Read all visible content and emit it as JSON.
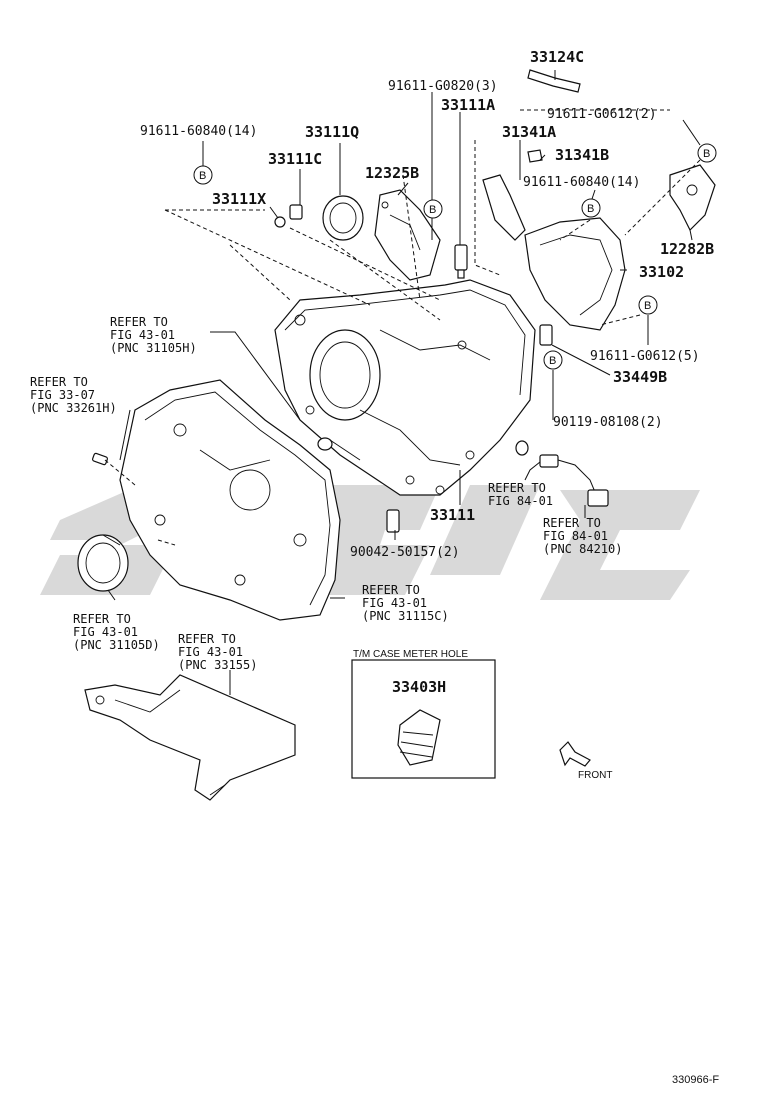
{
  "part_numbers": {
    "p33124C": "33124C",
    "p91611_G0820": "91611-G0820(3)",
    "p33111A": "33111A",
    "p91611_G0612_2": "91611-G0612(2)",
    "p91611_60840_14_left": "91611-60840(14)",
    "p33111Q": "33111Q",
    "p31341A": "31341A",
    "p31341B": "31341B",
    "p33111C": "33111C",
    "p12325B": "12325B",
    "p91611_60840_14_right": "91611-60840(14)",
    "p33111X": "33111X",
    "p12282B": "12282B",
    "p33102": "33102",
    "p91611_G0612_5": "91611-G0612(5)",
    "p33449B": "33449B",
    "p90119_08108": "90119-08108(2)",
    "p33111": "33111",
    "p90042_50157": "90042-50157(2)",
    "p33403H": "33403H"
  },
  "references": {
    "r1": [
      "REFER TO",
      "FIG 43-01",
      "(PNC 31105H)"
    ],
    "r2": [
      "REFER TO",
      "FIG 33-07",
      "(PNC 33261H)"
    ],
    "r3": [
      "REFER TO",
      "FIG 84-01"
    ],
    "r4": [
      "REFER TO",
      "FIG 84-01",
      "(PNC 84210)"
    ],
    "r5": [
      "REFER TO",
      "FIG 43-01",
      "(PNC 31115C)"
    ],
    "r6": [
      "REFER TO",
      "FIG 43-01",
      "(PNC 31105D)"
    ],
    "r7": [
      "REFER TO",
      "FIG 43-01",
      "(PNC 33155)"
    ]
  },
  "callout_letter": "B",
  "inset_title": "T/M CASE METER HOLE",
  "front_label": "FRONT",
  "diagram_id": "330966-F",
  "watermark_color": "#d6d6d6"
}
